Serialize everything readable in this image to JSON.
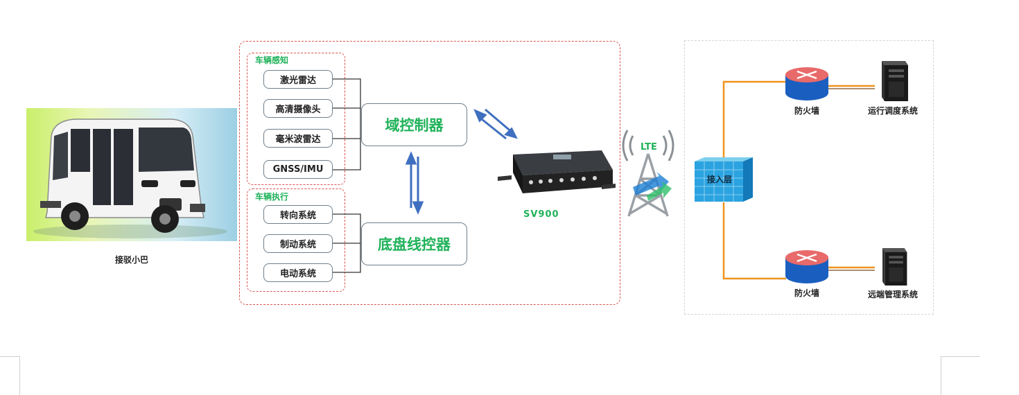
{
  "vehicle": {
    "caption": "接驳小巴"
  },
  "groups": {
    "perception": {
      "label": "车辆感知",
      "items": [
        "激光雷达",
        "高清摄像头",
        "毫米波雷达",
        "GNSS/IMU"
      ]
    },
    "actuation": {
      "label": "车辆执行",
      "items": [
        "转向系统",
        "制动系统",
        "电动系统"
      ]
    }
  },
  "controllers": {
    "domain": "域控制器",
    "chassis": "底盘线控器"
  },
  "device": {
    "label": "SV900"
  },
  "tower": {
    "label": "LTE"
  },
  "access": {
    "label": "接入层"
  },
  "firewalls": {
    "top": "防火墙",
    "bottom": "防火墙"
  },
  "servers": {
    "top": "运行调度系统",
    "bottom": "远端管理系统"
  },
  "colors": {
    "accent_green": "#20b25a",
    "dashed_red": "#d9534f",
    "link_orange": "#f0921e",
    "arrow_blue": "#3f6fbf"
  }
}
